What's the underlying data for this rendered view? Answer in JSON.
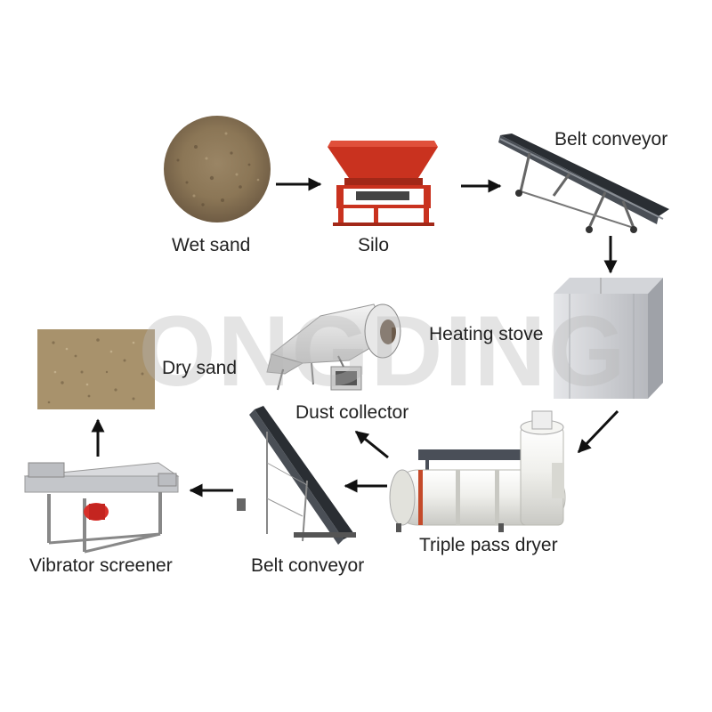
{
  "watermark": "ONGDING",
  "stages": {
    "wet_sand": "Wet sand",
    "silo": "Silo",
    "belt_conveyor_1": "Belt conveyor",
    "heating_stove": "Heating stove",
    "triple_pass_dryer": "Triple pass dryer",
    "dust_collector": "Dust collector",
    "belt_conveyor_2": "Belt conveyor",
    "vibrator_screener": "Vibrator screener",
    "dry_sand": "Dry sand"
  },
  "colors": {
    "arrow": "#111111",
    "silo_red": "#c9321f",
    "machine_grey": "#d9dadd",
    "dryer_white": "#eeeeea",
    "motor_red": "#d8302a",
    "sand": "#a8926c"
  }
}
